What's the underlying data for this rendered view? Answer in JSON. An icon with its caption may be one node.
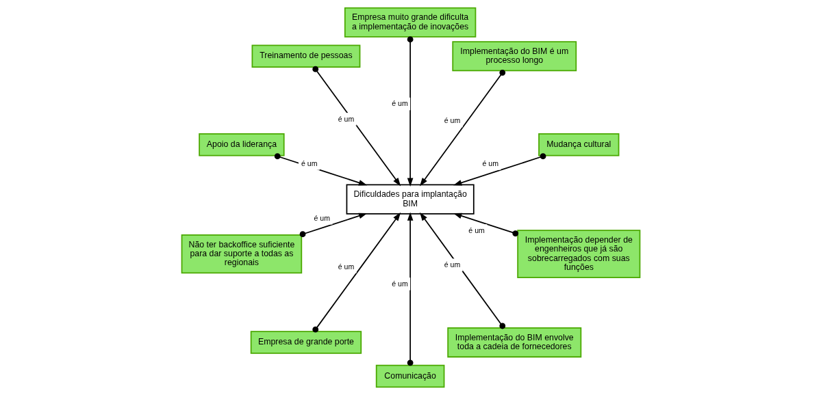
{
  "diagram": {
    "nodes": [
      {
        "text": [
          "Dificuldades para implantação BIM"
        ]
      },
      {
        "text": [
          "Mudança cultural"
        ]
      },
      {
        "text": [
          "Implementação do BIM é um processo longo"
        ]
      },
      {
        "text": [
          "Empresa muito grande dificulta a implementação de inovações"
        ]
      },
      {
        "text": [
          "Treinamento de pessoas"
        ]
      },
      {
        "text": [
          "Apoio da liderança"
        ]
      },
      {
        "text": [
          "Não ter backoffice suficiente para dar suporte a todas as regionais"
        ]
      },
      {
        "text": [
          "Empresa de grande porte"
        ]
      },
      {
        "text": [
          "Comunicação"
        ]
      },
      {
        "text": [
          "Implementação do BIM envolve toda a cadeia de fornecedores"
        ]
      },
      {
        "text": [
          "Implementação depender de engenheiros que já são sobrecarregados com suas funções"
        ]
      }
    ],
    "edges": [
      {
        "from": 1,
        "to": 0,
        "arrow": "to",
        "label": "é um"
      },
      {
        "from": 2,
        "to": 0,
        "arrow": "to",
        "label": "é um"
      },
      {
        "from": 3,
        "to": 0,
        "arrow": "to",
        "label": "é um"
      },
      {
        "from": 4,
        "to": 0,
        "arrow": "to",
        "label": "é um"
      },
      {
        "from": 5,
        "to": 0,
        "arrow": "to",
        "label": "é um"
      },
      {
        "from": 6,
        "to": 0,
        "arrow": "to",
        "label": "é um"
      },
      {
        "from": 7,
        "to": 0,
        "arrow": "to",
        "label": "é um"
      },
      {
        "from": 8,
        "to": 0,
        "arrow": "to",
        "label": "é um"
      },
      {
        "from": 9,
        "to": 0,
        "arrow": "to",
        "label": "é um"
      },
      {
        "from": 10,
        "to": 0,
        "arrow": "to",
        "label": "é um"
      }
    ]
  }
}
